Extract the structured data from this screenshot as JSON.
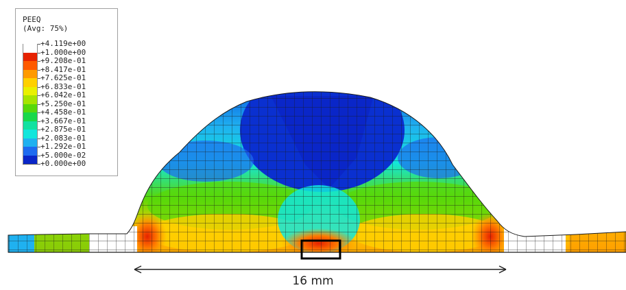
{
  "legend": {
    "title": "PEEQ",
    "subtitle": "(Avg: 75%)",
    "levels": [
      {
        "label": "+4.119e+00",
        "color": "#ffffff"
      },
      {
        "label": "+1.000e+00",
        "color": "#e62200"
      },
      {
        "label": "+9.208e-01",
        "color": "#ff5a00"
      },
      {
        "label": "+8.417e-01",
        "color": "#ff9a00"
      },
      {
        "label": "+7.625e-01",
        "color": "#ffd000"
      },
      {
        "label": "+6.833e-01",
        "color": "#e9f000"
      },
      {
        "label": "+6.042e-01",
        "color": "#a6e400"
      },
      {
        "label": "+5.250e-01",
        "color": "#58d80a"
      },
      {
        "label": "+4.458e-01",
        "color": "#19d84a"
      },
      {
        "label": "+3.667e-01",
        "color": "#12e1a0"
      },
      {
        "label": "+2.875e-01",
        "color": "#12e6dc"
      },
      {
        "label": "+2.083e-01",
        "color": "#1fb1f0"
      },
      {
        "label": "+1.292e-01",
        "color": "#1e6bf0"
      },
      {
        "label": "+5.000e-02",
        "color": "#0a26c8"
      },
      {
        "label": "+0.000e+00",
        "color": "#4e4e4e"
      }
    ]
  },
  "dimension": {
    "label": "16 mm"
  },
  "colors": {
    "mesh_line": "#1a1a1a",
    "highlight_box": "#000000",
    "arrow": "#222222"
  }
}
